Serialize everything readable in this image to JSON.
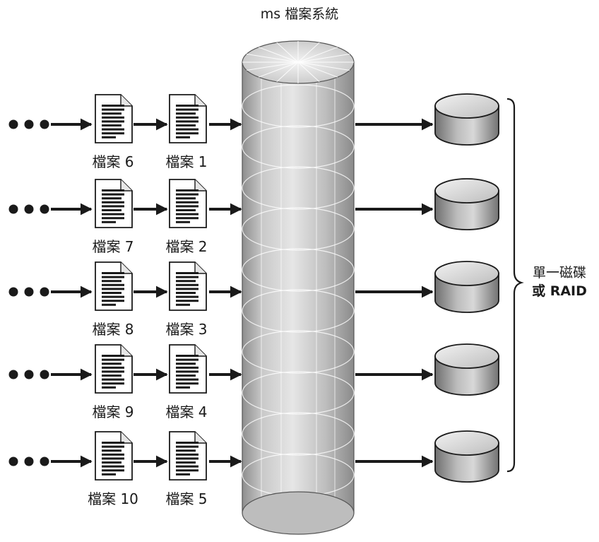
{
  "diagram": {
    "title": "ms 檔案系統",
    "storage_label_line1": "單一磁碟",
    "storage_label_line2": "或 RAID",
    "rows": [
      {
        "outer_file": "檔案 6",
        "inner_file": "檔案 1"
      },
      {
        "outer_file": "檔案 7",
        "inner_file": "檔案 2"
      },
      {
        "outer_file": "檔案 8",
        "inner_file": "檔案 3"
      },
      {
        "outer_file": "檔案 9",
        "inner_file": "檔案 4"
      },
      {
        "outer_file": "檔案 10",
        "inner_file": "檔案 5"
      }
    ],
    "disk_count": 5,
    "colors": {
      "ink": "#1a1a1a",
      "cylinder": "#b9b9b9",
      "disk": "#8a8a8a"
    }
  }
}
